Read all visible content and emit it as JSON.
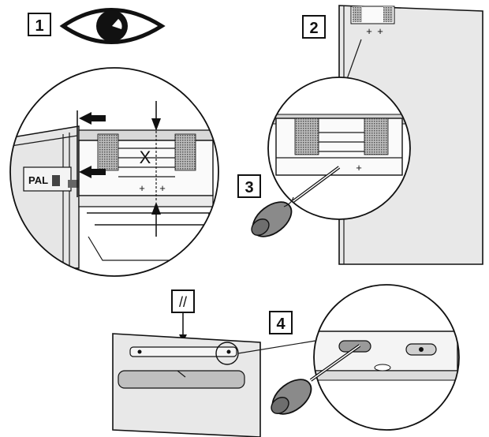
{
  "steps": {
    "step1": "1",
    "step2": "2",
    "step3": "3",
    "step4": "4"
  },
  "detail1": {
    "gap_label": "X",
    "mark_a": "+",
    "mark_b": "+"
  },
  "detail3": {
    "mark": "+"
  },
  "detail2": {
    "mark_a": "+",
    "mark_b": "+"
  },
  "detail4": {
    "parallel_symbol": "//"
  },
  "icons": [
    "eye-icon",
    "screwdriver-icon",
    "parallel-icon"
  ]
}
